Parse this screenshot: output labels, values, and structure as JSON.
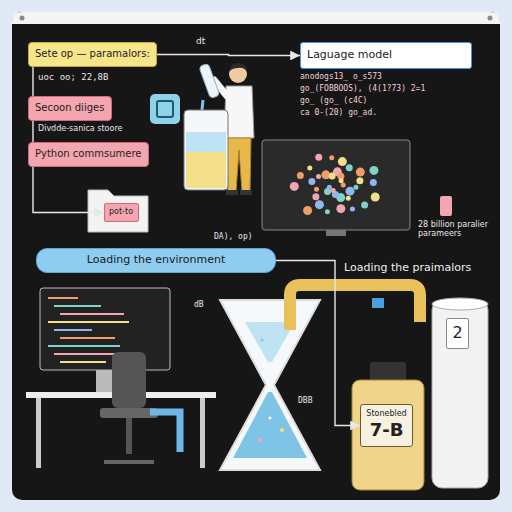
{
  "diagram": {
    "nodes": [
      {
        "text": [
          "Sete op — paramalors:"
        ]
      },
      {
        "text": [
          "Secoon diiges"
        ]
      },
      {
        "text": [
          "Python commsumere"
        ]
      },
      {
        "text": [
          "pot-to"
        ]
      },
      {
        "text": [
          "Laguage model"
        ]
      },
      {
        "text": [
          "Loading the environment"
        ]
      },
      {
        "text": [
          "Stonebled",
          "7-B"
        ]
      },
      {
        "text": [
          "2"
        ]
      }
    ],
    "edges": [
      {
        "from": 0,
        "to": 4,
        "arrow": "to"
      },
      {
        "from": 0,
        "to": 1,
        "arrow": "none"
      },
      {
        "from": 1,
        "to": 2,
        "arrow": "none"
      },
      {
        "from": 2,
        "to": 3,
        "arrow": "to"
      },
      {
        "from": 5,
        "to": 6,
        "arrow": "to"
      }
    ],
    "labels": [
      "uoc oo; 22,8B",
      "Divdde-sanica stoore",
      "anodogs13_ o_s573",
      "go_(FOBBOOS), (4(1?73) 2=1",
      "go_ (go_ (c4C)",
      "ca 0-(20) go_ad.",
      "28 billion paralier parameers",
      "Loading the praimalors",
      "dt",
      "DA), op)",
      "dB",
      "DBB"
    ]
  }
}
